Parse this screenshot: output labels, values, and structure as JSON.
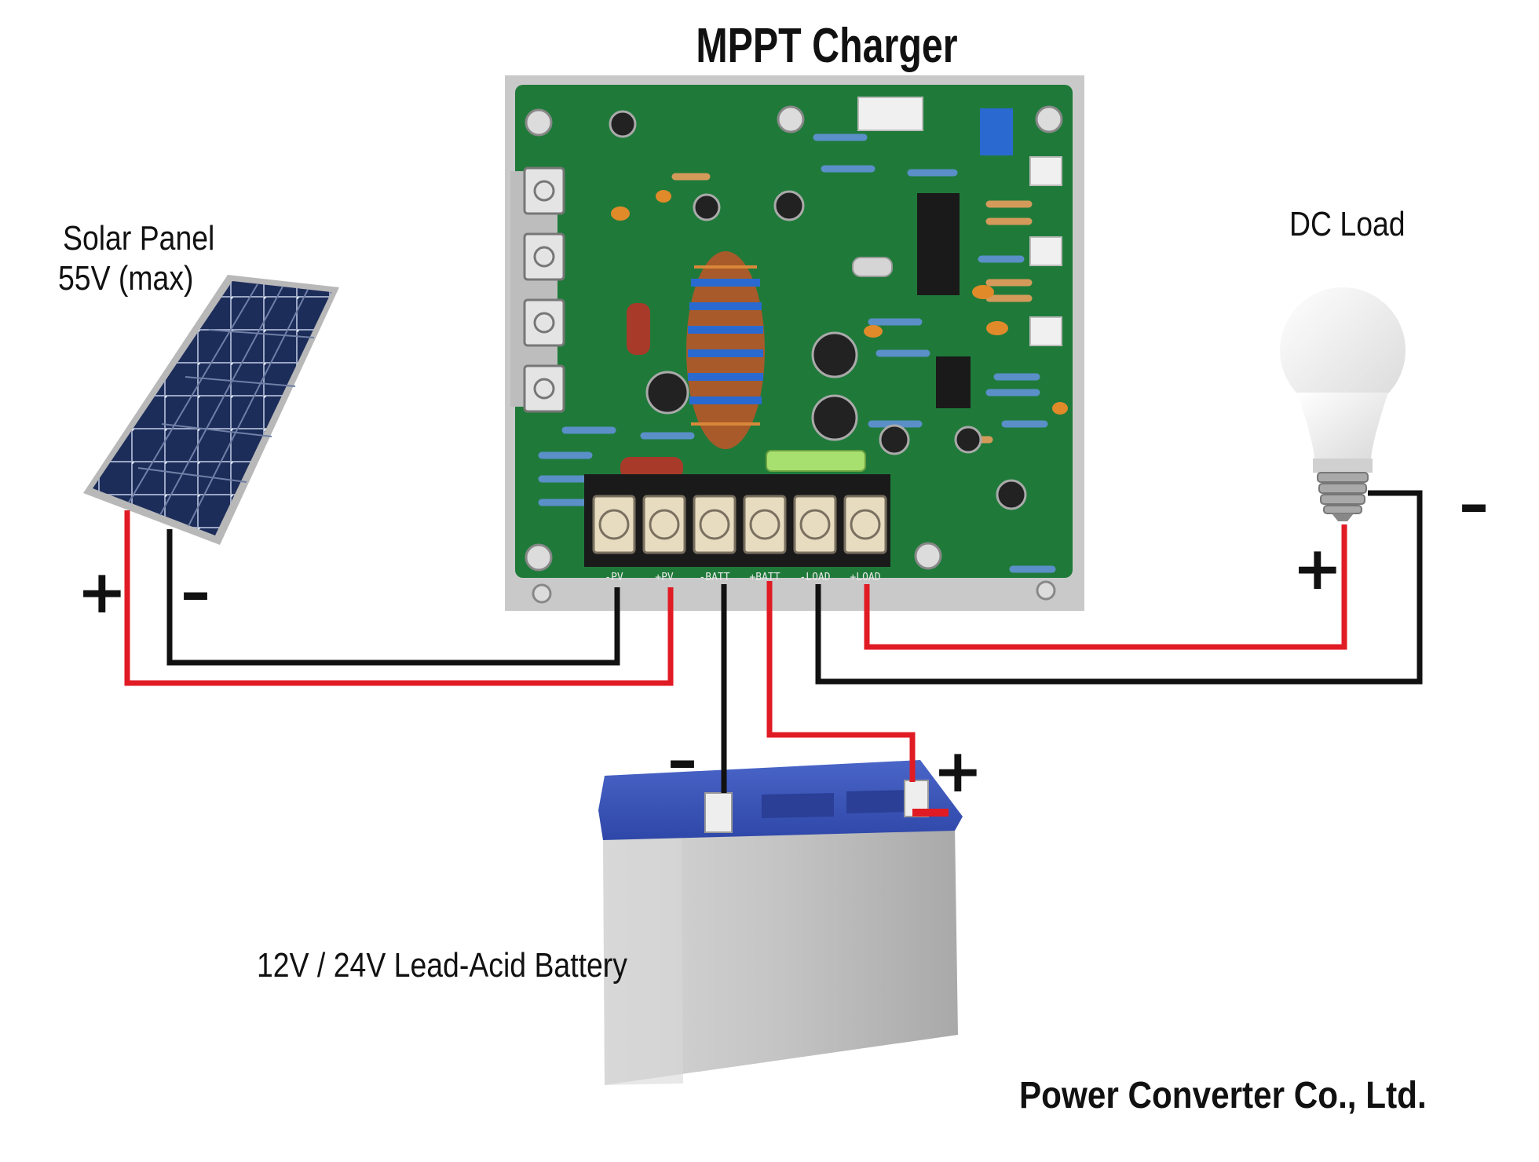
{
  "title": "MPPT Charger",
  "solar_panel": {
    "line1": "Solar Panel",
    "line2": "55V (max)"
  },
  "dc_load": "DC Load",
  "battery": "12V / 24V  Lead-Acid Battery",
  "company": "Power Converter Co., Ltd.",
  "signs": {
    "plus": "+",
    "minus": "–"
  },
  "terminals": [
    "-PV",
    "+PV",
    "-BATT",
    "+BATT",
    "-LOAD",
    "+LOAD"
  ],
  "colors": {
    "positive_wire": "#e01b24",
    "negative_wire": "#111111",
    "pcb_green": "#1f7a3a",
    "battery_lid": "#3a55b8",
    "battery_case": "#c9c9c9",
    "solar_cell": "#1c2d5a"
  }
}
